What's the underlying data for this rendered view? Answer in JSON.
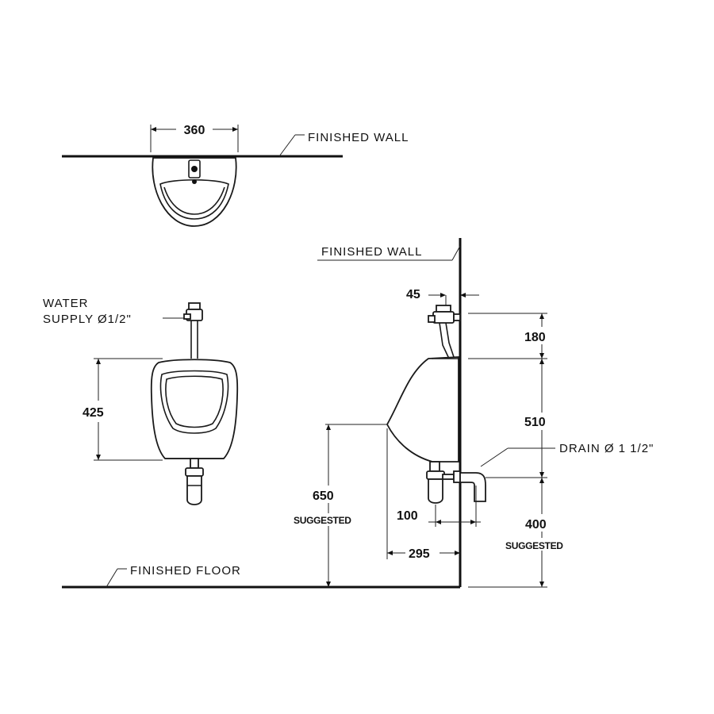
{
  "top_view": {
    "width_dim": "360",
    "wall_label": "FINISHED  WALL"
  },
  "front_view": {
    "water_supply_line1": "WATER",
    "water_supply_line2": "SUPPLY  Ø1/2\"",
    "height_dim": "425"
  },
  "side_view": {
    "wall_label": "FINISHED  WALL",
    "offset_dim": "45",
    "valve_dim": "180",
    "body_dim": "510",
    "drain_label": "DRAIN Ø 1  1/2\"",
    "rim_height_dim": "650",
    "rim_height_note": "SUGGESTED",
    "drain_offset_dim": "100",
    "drain_height_dim": "400",
    "drain_height_note": "SUGGESTED",
    "depth_dim": "295"
  },
  "floor_label": "FINISHED  FLOOR"
}
